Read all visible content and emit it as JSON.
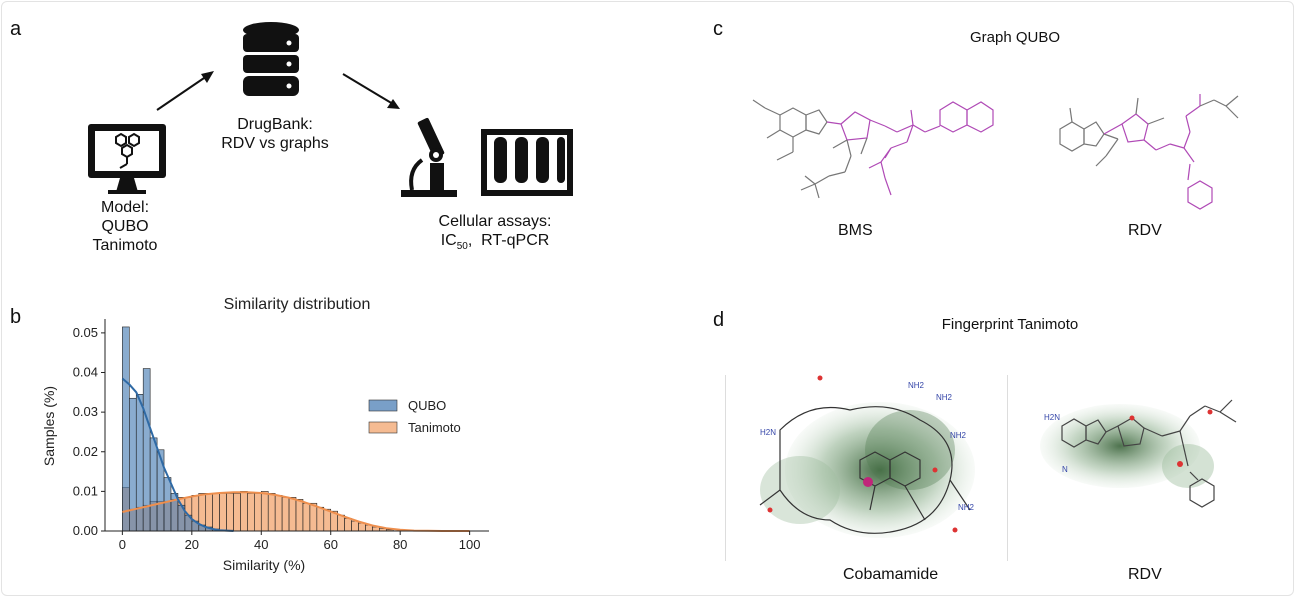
{
  "panels": {
    "a": "a",
    "b": "b",
    "c": "c",
    "d": "d"
  },
  "panel_a": {
    "model_label": [
      "Model:",
      "QUBO",
      "Tanimoto"
    ],
    "drugbank_label": [
      "DrugBank:",
      "RDV vs graphs"
    ],
    "assays_line1": "Cellular assays:",
    "assays_ic": "IC",
    "assays_ic_sub": "50",
    "assays_rest": ",  RT-qPCR",
    "icons": [
      "computer-molecule-icon",
      "database-icon",
      "microscope-icon",
      "test-tubes-icon",
      "arrow-icon"
    ]
  },
  "panel_c": {
    "title": "Graph QUBO",
    "molecule_left": "BMS",
    "molecule_right": "RDV",
    "highlight_color": "#b04ab6"
  },
  "panel_d": {
    "title": "Fingerprint Tanimoto",
    "molecule_left": "Cobamamide",
    "molecule_right": "RDV",
    "heat_color": "#2f5a2f"
  },
  "chart_data": {
    "type": "histogram",
    "title": "Similarity distribution",
    "xlabel": "Similarity (%)",
    "ylabel": "Samples (%)",
    "xlim": [
      -5,
      105
    ],
    "ylim": [
      0,
      0.053
    ],
    "xticks": [
      0,
      20,
      40,
      60,
      80,
      100
    ],
    "yticks": [
      "0.00",
      "0.01",
      "0.02",
      "0.03",
      "0.04",
      "0.05"
    ],
    "legend_position": "center-right",
    "bin_width": 2,
    "series": [
      {
        "name": "QUBO",
        "color": "#4c7fb5",
        "bin_starts": [
          0,
          2,
          4,
          6,
          8,
          10,
          12,
          14,
          16,
          18,
          20,
          22,
          24,
          26,
          28,
          30
        ],
        "values": [
          0.0515,
          0.0335,
          0.0345,
          0.041,
          0.0235,
          0.0205,
          0.0135,
          0.0095,
          0.0065,
          0.004,
          0.0025,
          0.0015,
          0.001,
          0.0005,
          0.0003,
          0.0002
        ],
        "kde_x": [
          0,
          2,
          4,
          6,
          8,
          10,
          12,
          14,
          16,
          18,
          20,
          22,
          24,
          26,
          28,
          30,
          32
        ],
        "kde_y": [
          0.0385,
          0.037,
          0.035,
          0.031,
          0.026,
          0.021,
          0.016,
          0.012,
          0.008,
          0.005,
          0.003,
          0.0018,
          0.001,
          0.0005,
          0.0002,
          0.0001,
          0.0
        ]
      },
      {
        "name": "Tanimoto",
        "color": "#f2a46e",
        "bin_starts": [
          0,
          2,
          4,
          6,
          8,
          10,
          12,
          14,
          16,
          18,
          20,
          22,
          24,
          26,
          28,
          30,
          32,
          34,
          36,
          38,
          40,
          42,
          44,
          46,
          48,
          50,
          52,
          54,
          56,
          58,
          60,
          62,
          64,
          66,
          68,
          70,
          72,
          74,
          76
        ],
        "values": [
          0.011,
          0.0055,
          0.006,
          0.0065,
          0.0075,
          0.0075,
          0.0075,
          0.008,
          0.0085,
          0.0085,
          0.009,
          0.0095,
          0.0095,
          0.0095,
          0.0095,
          0.0095,
          0.0095,
          0.01,
          0.0095,
          0.0095,
          0.01,
          0.0095,
          0.009,
          0.0085,
          0.0085,
          0.008,
          0.007,
          0.007,
          0.006,
          0.0055,
          0.005,
          0.004,
          0.0032,
          0.0025,
          0.002,
          0.0015,
          0.001,
          0.0006,
          0.0003
        ],
        "kde_x": [
          0,
          4,
          8,
          12,
          16,
          20,
          24,
          28,
          32,
          36,
          40,
          44,
          48,
          52,
          56,
          60,
          64,
          68,
          72,
          76,
          80,
          84,
          88,
          92,
          96,
          100
        ],
        "kde_y": [
          0.0048,
          0.0056,
          0.0064,
          0.0072,
          0.008,
          0.0087,
          0.0093,
          0.0096,
          0.0098,
          0.0098,
          0.0096,
          0.0091,
          0.0084,
          0.0074,
          0.0062,
          0.0049,
          0.0036,
          0.0024,
          0.0014,
          0.0007,
          0.0003,
          0.0001,
          5e-05,
          0.0,
          0.0,
          0.0
        ]
      }
    ]
  }
}
